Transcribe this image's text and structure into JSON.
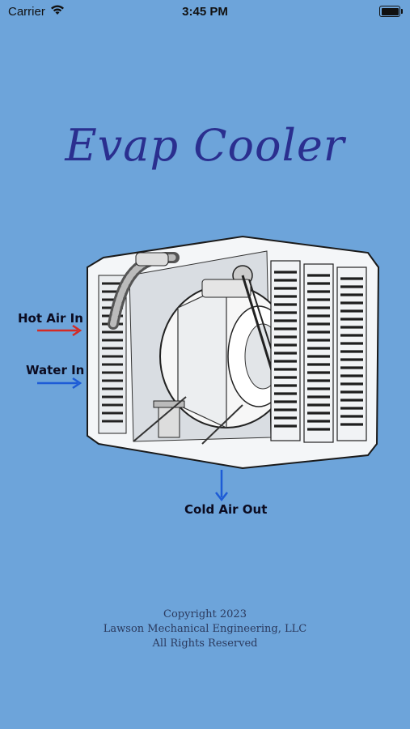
{
  "status_bar": {
    "carrier": "Carrier",
    "time": "3:45 PM"
  },
  "app": {
    "title": "Evap Cooler"
  },
  "diagram": {
    "labels": {
      "hot_air": "Hot Air In",
      "water": "Water In",
      "cold_air": "Cold Air Out"
    },
    "colors": {
      "hot_arrow": "#d42a24",
      "water_arrow": "#1d5bd6",
      "cold_arrow": "#1d5bd6"
    }
  },
  "footer": {
    "line1": "Copyright 2023",
    "line2": "Lawson Mechanical Engineering, LLC",
    "line3": "All Rights Reserved"
  }
}
